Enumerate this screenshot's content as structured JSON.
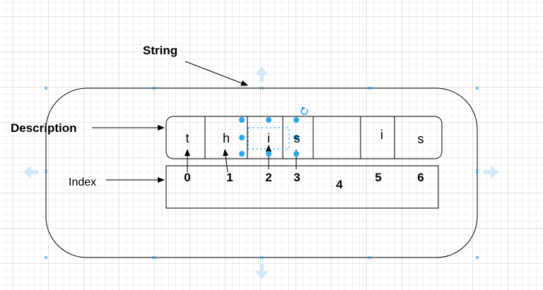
{
  "labels": {
    "title": "String",
    "description": "Description",
    "index": "Index"
  },
  "chars": [
    "t",
    "h",
    "i",
    "s",
    "",
    "i",
    "s"
  ],
  "indices": [
    "0",
    "1",
    "2",
    "3",
    "4",
    "5",
    "6"
  ],
  "colors": {
    "selection": "#29a9f0",
    "guide_arrow": "#d3e9f7",
    "stroke": "#000000"
  },
  "icons": [
    "rotate-icon",
    "move-up-arrow-icon",
    "move-down-arrow-icon",
    "move-left-arrow-icon",
    "move-right-arrow-icon"
  ]
}
